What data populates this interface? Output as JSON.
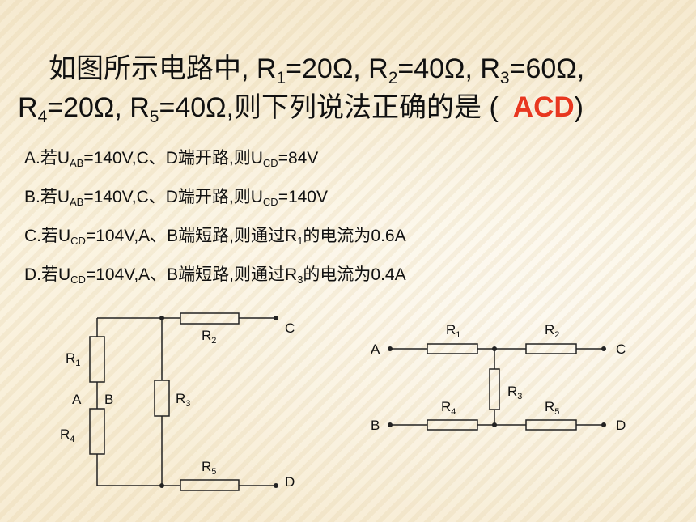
{
  "question": {
    "line1_prefix": "如图所示电路中, R",
    "r1_sub": "1",
    "r1_value": "=20Ω, R",
    "r2_sub": "2",
    "r2_value": "=40Ω, R",
    "r3_sub": "3",
    "r3_value": "=60Ω,",
    "line2_prefix": "R",
    "r4_sub": "4",
    "r4_value": "=20Ω, R",
    "r5_sub": "5",
    "r5_value": "=40Ω,则下列说法正确的是 (",
    "answer": "ACD",
    "close": ")"
  },
  "options": {
    "a": {
      "p1": "A.若U",
      "s1": "AB",
      "p2": "=140V,C、D端开路,则U",
      "s2": "CD",
      "p3": "=84V"
    },
    "b": {
      "p1": "B.若U",
      "s1": "AB",
      "p2": "=140V,C、D端开路,则U",
      "s2": "CD",
      "p3": "=140V"
    },
    "c": {
      "p1": "C.若U",
      "s1": "CD",
      "p2": "=104V,A、B端短路,则通过R",
      "s2": "1",
      "p3": "的电流为0.6A"
    },
    "d": {
      "p1": "D.若U",
      "s1": "CD",
      "p2": "=104V,A、B端短路,则通过R",
      "s2": "3",
      "p3": "的电流为0.4A"
    }
  },
  "diagram_left": {
    "r1": "R",
    "r1_sub": "1",
    "r2": "R",
    "r2_sub": "2",
    "r3": "R",
    "r3_sub": "3",
    "r4": "R",
    "r4_sub": "4",
    "r5": "R",
    "r5_sub": "5",
    "a": "A",
    "b": "B",
    "c": "C",
    "d": "D"
  },
  "diagram_right": {
    "r1": "R",
    "r1_sub": "1",
    "r2": "R",
    "r2_sub": "2",
    "r3": "R",
    "r3_sub": "3",
    "r4": "R",
    "r4_sub": "4",
    "r5": "R",
    "r5_sub": "5",
    "a": "A",
    "b": "B",
    "c": "C",
    "d": "D"
  }
}
